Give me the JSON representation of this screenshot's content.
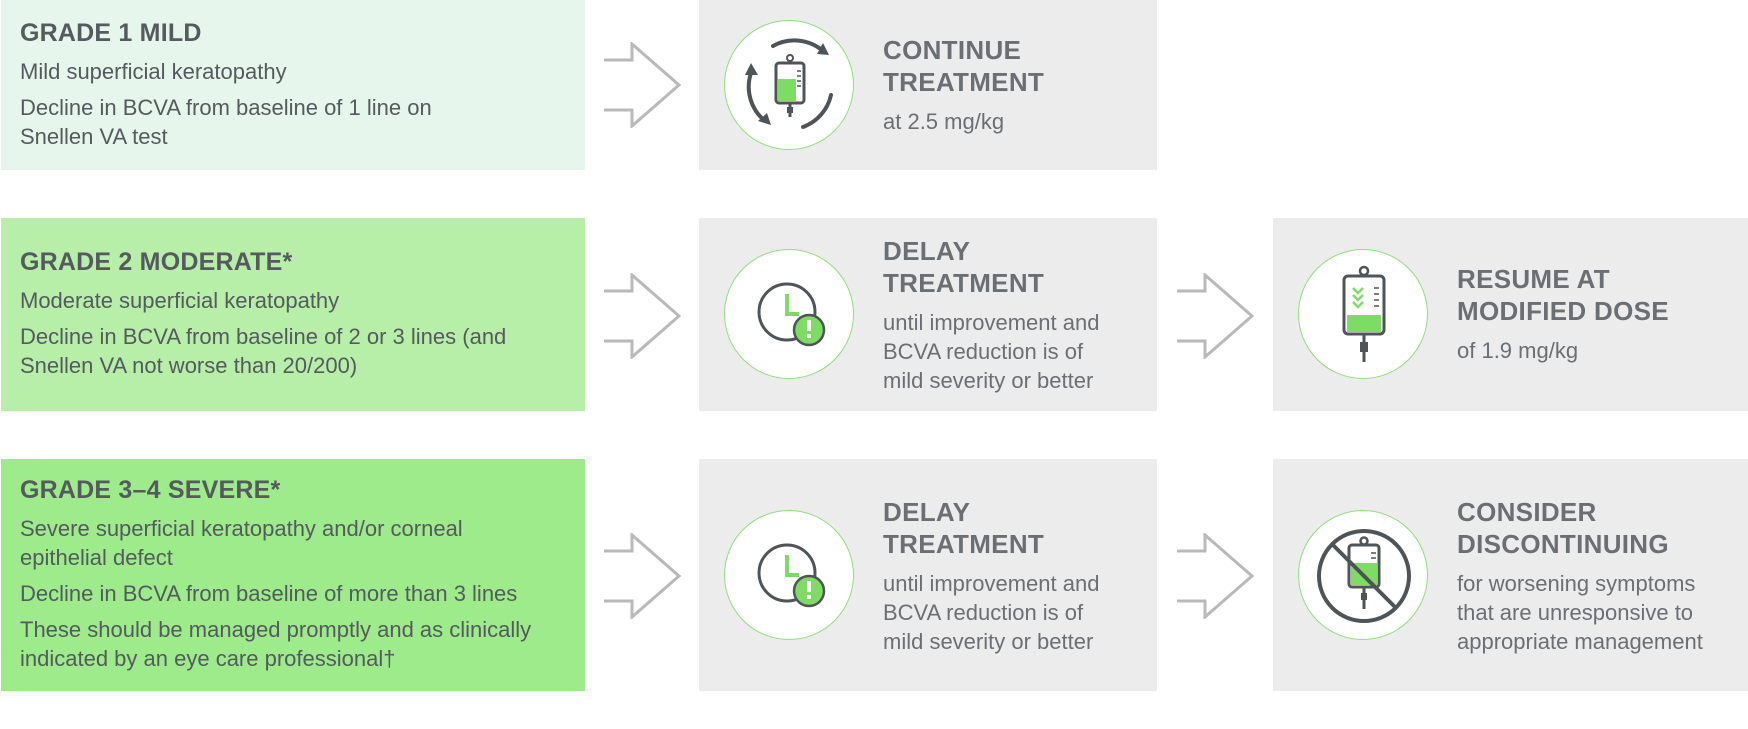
{
  "rows": [
    {
      "grade_title": "GRADE 1 MILD",
      "grade_lines": [
        "Mild superficial keratopathy",
        "Decline in BCVA from baseline of 1 line on Snellen VA test"
      ],
      "actions": [
        {
          "icon": "iv-bag-cycle-icon",
          "title": "CONTINUE\nTREATMENT",
          "desc": "at 2.5 mg/kg"
        }
      ]
    },
    {
      "grade_title": "GRADE 2 MODERATE*",
      "grade_lines": [
        "Moderate superficial keratopathy",
        "Decline in BCVA from baseline of 2 or 3 lines (and Snellen VA not worse than 20/200)"
      ],
      "actions": [
        {
          "icon": "clock-alert-icon",
          "title": "DELAY\nTREATMENT",
          "desc": "until improvement and\nBCVA reduction is of\nmild severity or better"
        },
        {
          "icon": "iv-bag-reduced-icon",
          "title": "RESUME AT\nMODIFIED DOSE",
          "desc": "of 1.9 mg/kg"
        }
      ]
    },
    {
      "grade_title": "GRADE 3–4 SEVERE*",
      "grade_lines": [
        "Severe superficial keratopathy and/or corneal epithelial defect",
        "Decline in BCVA from baseline of more than 3 lines",
        "These should be managed promptly and as clinically indicated by an eye care professional†"
      ],
      "actions": [
        {
          "icon": "clock-alert-icon",
          "title": "DELAY\nTREATMENT",
          "desc": "until improvement and\nBCVA reduction is of\nmild severity or better"
        },
        {
          "icon": "iv-bag-prohibited-icon",
          "title": "CONSIDER\nDISCONTINUING",
          "desc": "for worsening symptoms\nthat are unresponsive to\nappropriate management"
        }
      ]
    }
  ],
  "colors": {
    "grade1": "#e6f6ec",
    "grade2": "#b7efa9",
    "grade3": "#9deb8b",
    "action_bg": "#ececec",
    "accent_green": "#7ddc63",
    "text": "#555a5e"
  }
}
